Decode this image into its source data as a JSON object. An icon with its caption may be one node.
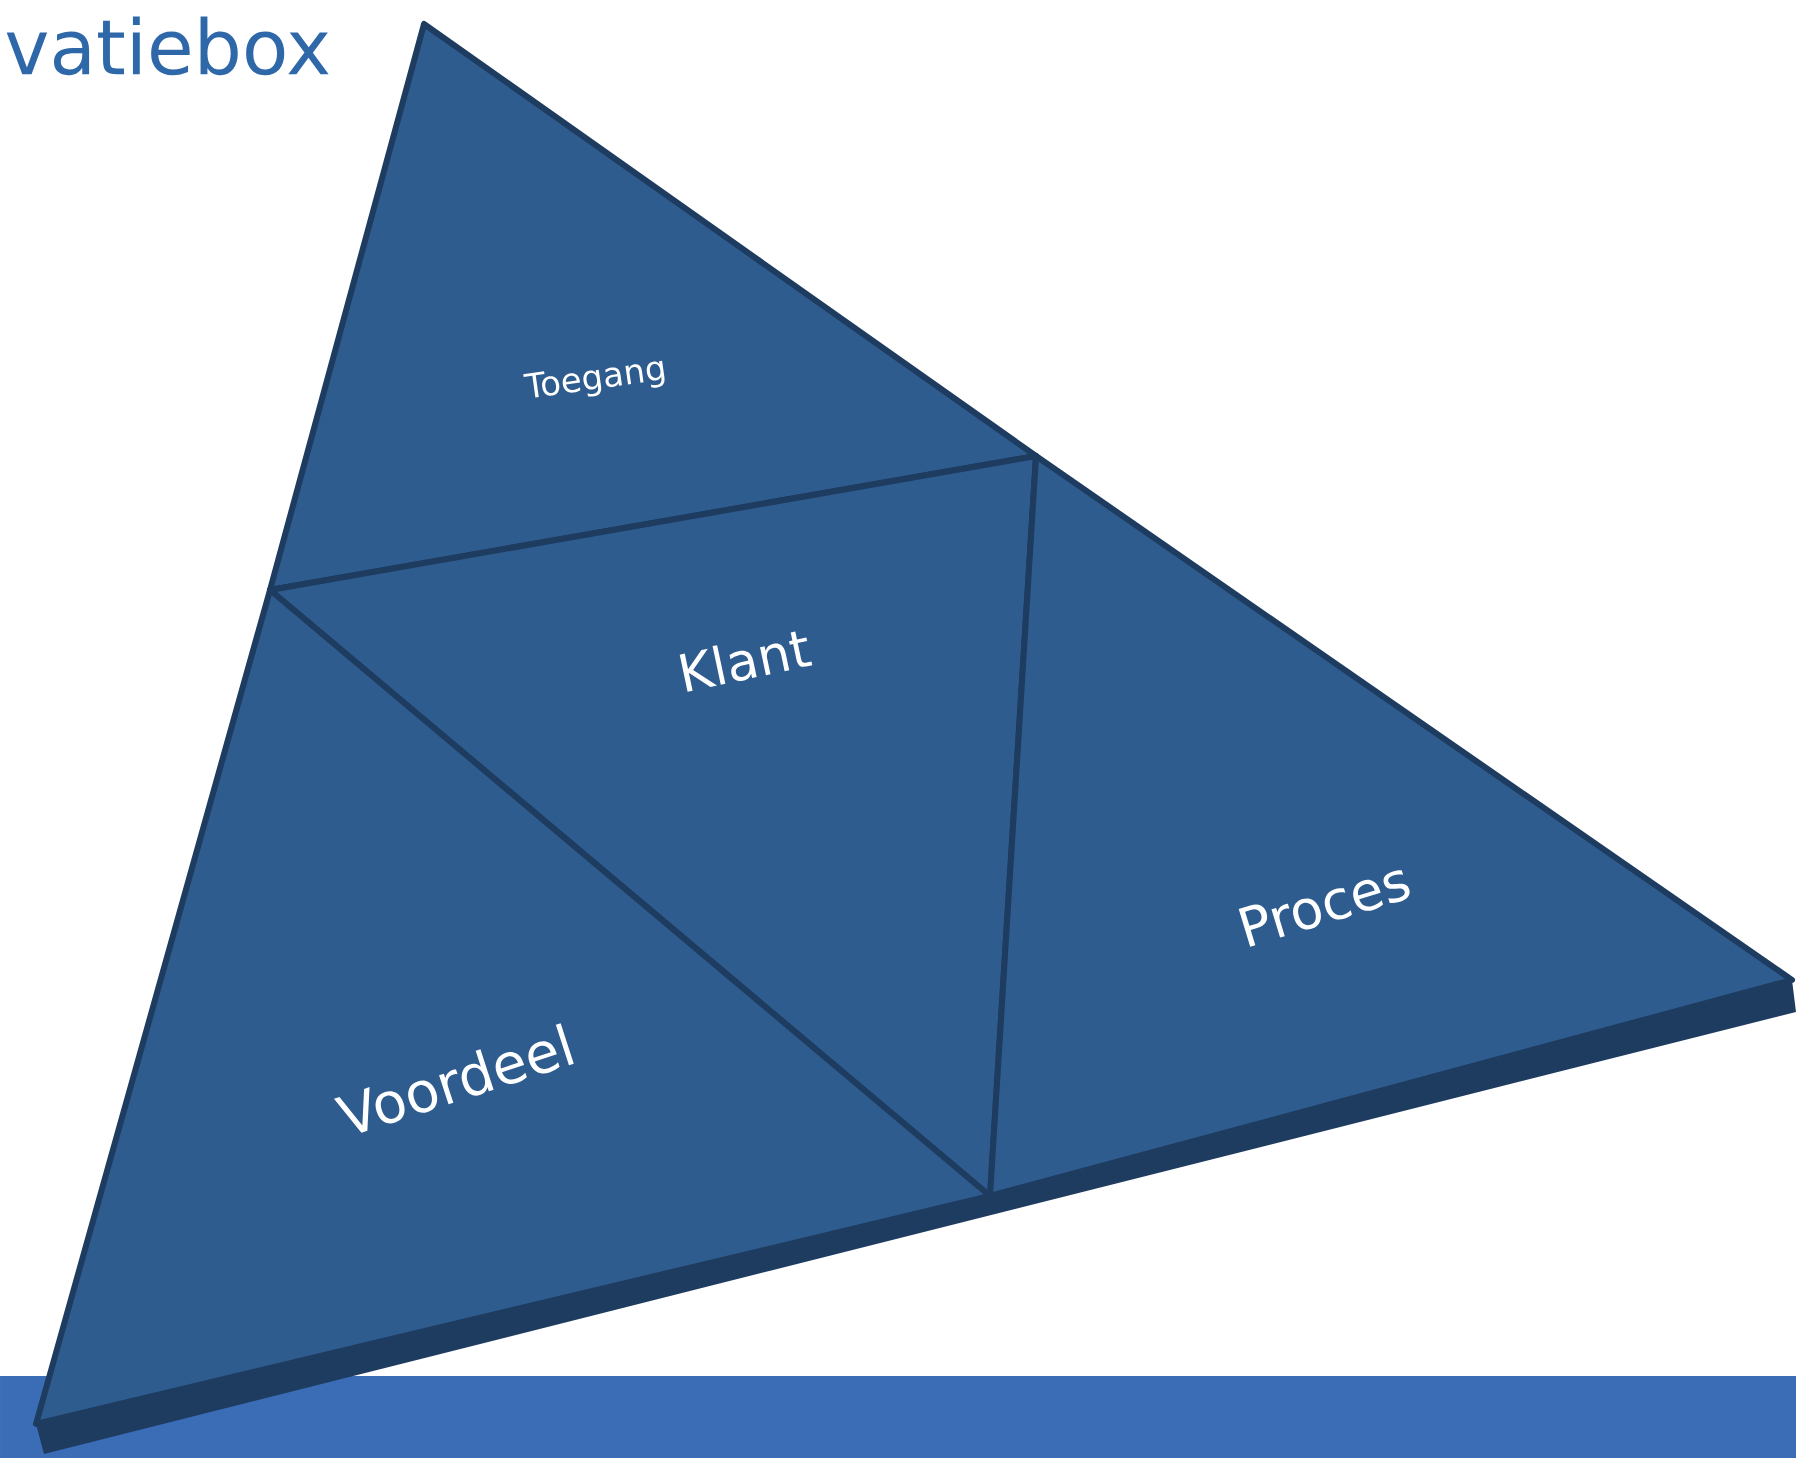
{
  "diagram": {
    "title": "vatiebox",
    "nodes": [
      {
        "text": [
          "Toegang"
        ]
      },
      {
        "text": [
          "Klant"
        ]
      },
      {
        "text": [
          "Proces"
        ]
      },
      {
        "text": [
          "Voordeel"
        ]
      }
    ]
  }
}
